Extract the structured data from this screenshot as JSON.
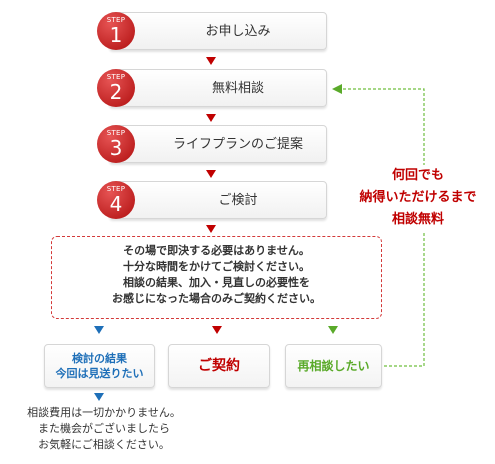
{
  "steps": [
    {
      "badge": "STEP",
      "number": "1",
      "label": "お申し込み"
    },
    {
      "badge": "STEP",
      "number": "2",
      "label": "無料相談"
    },
    {
      "badge": "STEP",
      "number": "3",
      "label": "ライフプランのご提案"
    },
    {
      "badge": "STEP",
      "number": "4",
      "label": "ご検討"
    }
  ],
  "note": {
    "lines": [
      "その場で即決する必要はありません。",
      "十分な時間をかけてご検討ください。",
      "相談の結果、加入・見直しの必要性を",
      "お感じになった場合のみご契約ください。"
    ]
  },
  "options": {
    "decline": {
      "lines": [
        "検討の結果",
        "今回は見送りたい"
      ]
    },
    "contract": {
      "label": "ご契約"
    },
    "reconsult": {
      "label": "再相談したい"
    }
  },
  "final_message": {
    "lines": [
      "相談費用は一切かかりません。",
      "また機会がございましたら",
      "お気軽にご相談ください。"
    ]
  },
  "callout": {
    "lines": [
      "何回でも",
      "納得いただけるまで",
      "相談無料"
    ]
  },
  "colors": {
    "red": "#c00000",
    "blue": "#1e6fb8",
    "green": "#5aaa2a",
    "dashed_loop": "#6fbf3f"
  }
}
